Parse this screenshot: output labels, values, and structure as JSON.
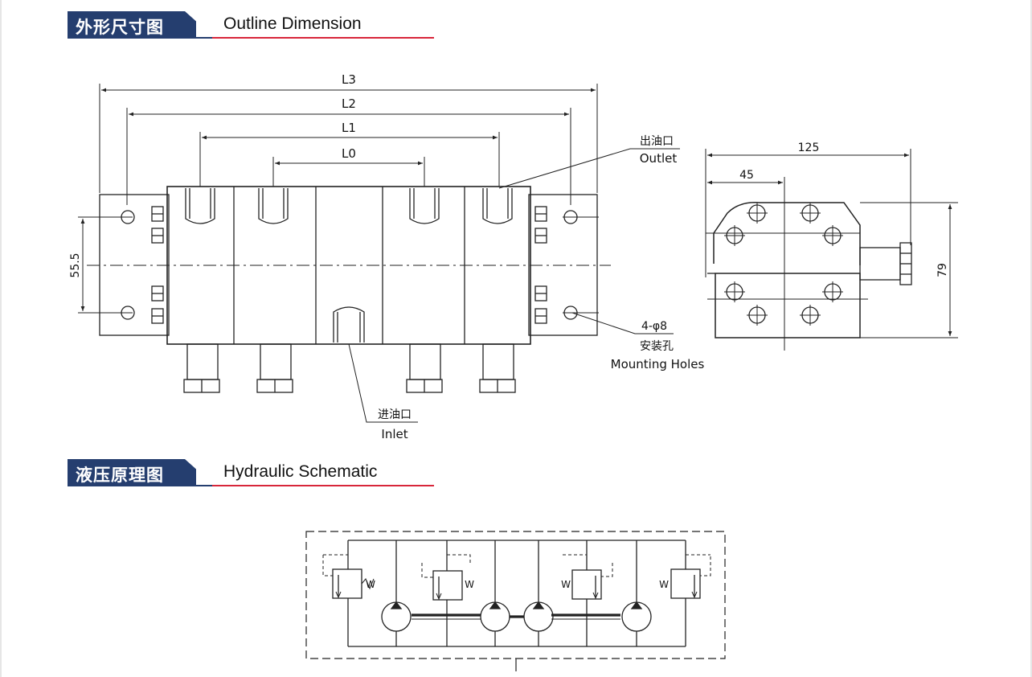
{
  "sections": {
    "outline": {
      "zh": "外形尺寸图",
      "en": "Outline Dimension"
    },
    "schematic": {
      "zh": "液压原理图",
      "en": "Hydraulic Schematic"
    }
  },
  "labels": {
    "l3": "L3",
    "l2": "L2",
    "l1": "L1",
    "l0": "L0",
    "dim_55_5": "55.5",
    "dim_125": "125",
    "dim_45": "45",
    "dim_79": "79",
    "outlet_zh": "出油口",
    "outlet_en": "Outlet",
    "inlet_zh": "进油口",
    "inlet_en": "Inlet",
    "holes_spec": "4-φ8",
    "holes_zh": "安装孔",
    "holes_en": "Mounting Holes",
    "spring": "W"
  },
  "colors": {
    "header_blue": "#253e6f",
    "rule_red": "#d8263a",
    "line": "#222222"
  }
}
